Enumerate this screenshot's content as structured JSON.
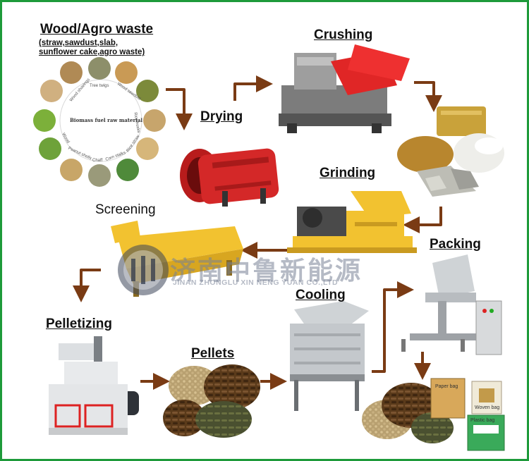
{
  "title": "Wood/Agro waste",
  "subtitle_lines": [
    "(straw,sawdust,slab,",
    "sunflower cake,agro waste)"
  ],
  "steps": {
    "drying": "Drying",
    "crushing": "Crushing",
    "grinding": "Grinding",
    "screening": "Screening",
    "packing": "Packing",
    "pelletizing": "Pelletizing",
    "pellets": "Pellets",
    "cooling": "Cooling"
  },
  "wheel": {
    "center": "Biomass fuel raw material",
    "labels": [
      "Wood shavings",
      "Tree twigs",
      "Wood sawdust",
      "Rice straw",
      "Rice husks",
      "Corn stalks",
      "Chaff",
      "Peanut shells",
      "Wood"
    ]
  },
  "bags": {
    "paper": "Paper bag",
    "woven": "Woven bag",
    "plastic": "Plastic bag"
  },
  "watermark": {
    "cn": "济南中鲁新能源",
    "en": "JINAN ZHONGLU XIN NENG YUAN CO.,LTD"
  },
  "colors": {
    "border": "#1e9a3a",
    "arrow": "#7a3b14",
    "dryer": "#d42828",
    "machine_yellow": "#f2c230"
  }
}
